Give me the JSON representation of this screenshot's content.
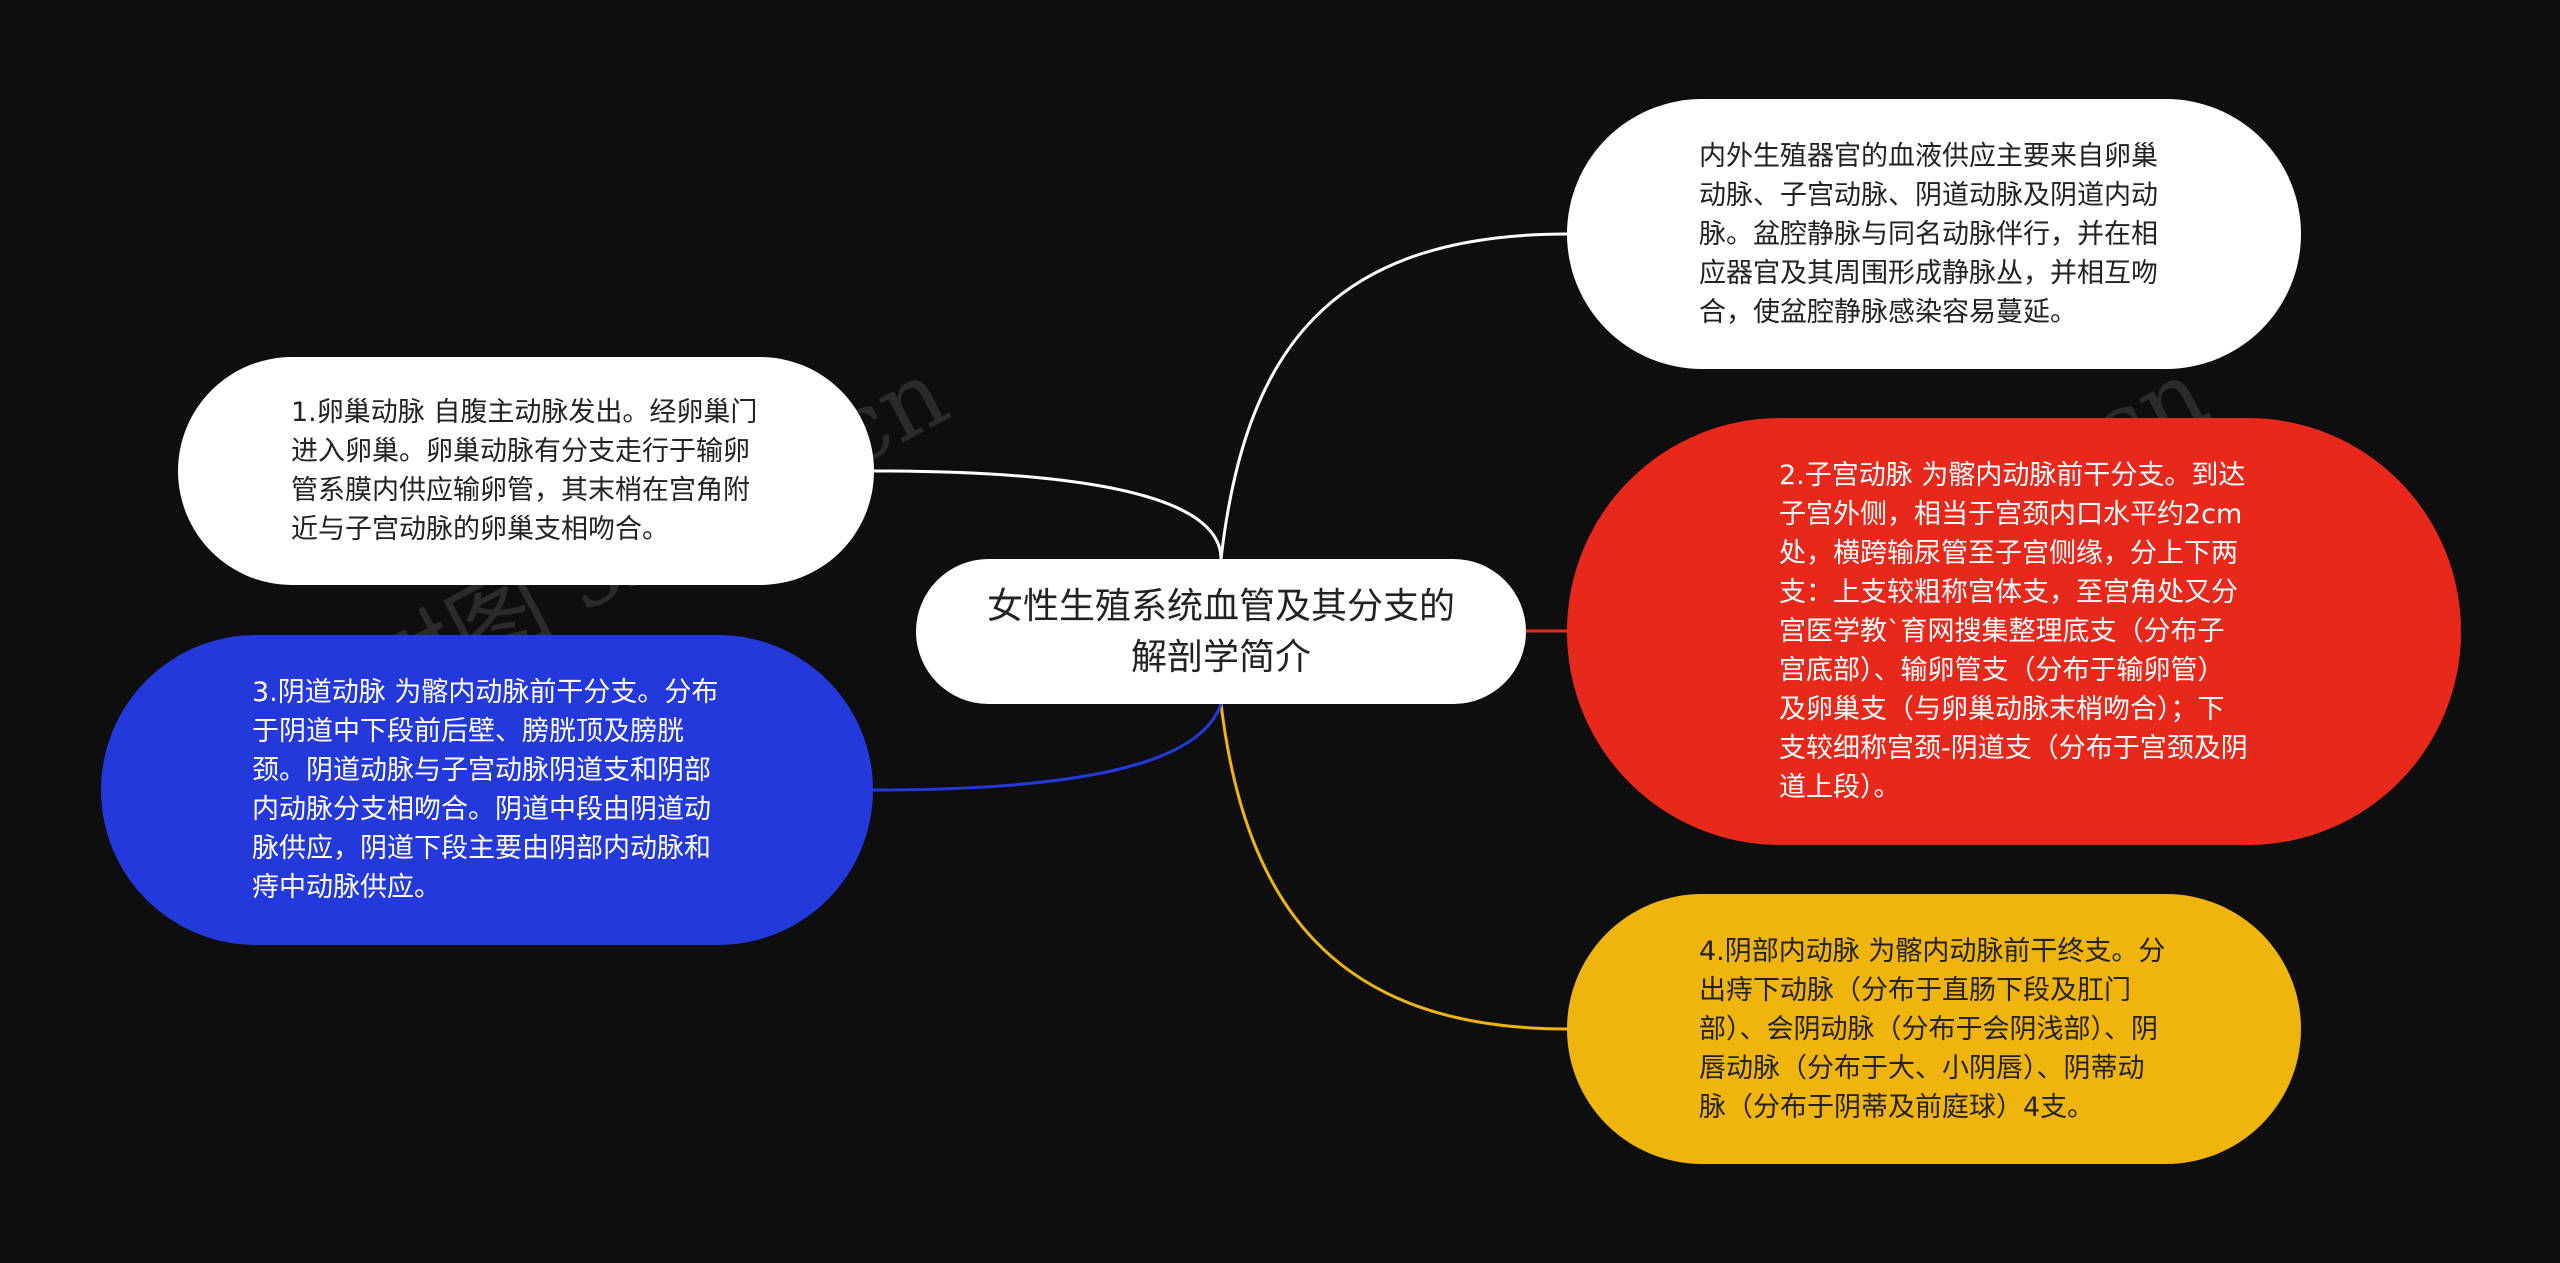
{
  "center": {
    "title": "女性生殖系统血管及其分支的解剖学简介"
  },
  "branches": {
    "blood_supply": {
      "text": "内外生殖器官的血液供应主要来自卵巢动脉、子宫动脉、阴道动脉及阴道内动脉。盆腔静脉与同名动脉伴行，并在相应器官及其周围形成静脉丛，并相互吻合，使盆腔静脉感染容易蔓延。",
      "color": "#ffffff",
      "link_color": "#ffffff"
    },
    "uterine": {
      "text": "2.子宫动脉 为髂内动脉前干分支。到达子宫外侧，相当于宫颈内口水平约2cm处，横跨输尿管至子宫侧缘，分上下两支：上支较粗称宫体支，至宫角处又分宫医学教`育网搜集整理底支（分布子宫底部）、输卵管支（分布于输卵管）及卵巢支（与卵巢动脉末梢吻合）；下支较细称宫颈-阴道支（分布于宫颈及阴道上段）。",
      "color": "#e8281b",
      "link_color": "#e8281b"
    },
    "pudendal": {
      "text": "4.阴部内动脉 为髂内动脉前干终支。分出痔下动脉（分布于直肠下段及肛门部）、会阴动脉（分布于会阴浅部）、阴唇动脉（分布于大、小阴唇）、阴蒂动脉（分布于阴蒂及前庭球）4支。",
      "color": "#f0b50c",
      "link_color": "#f0b50c"
    },
    "ovarian": {
      "text": "1.卵巢动脉 自腹主动脉发出。经卵巢门进入卵巢。卵巢动脉有分支走行于输卵管系膜内供应输卵管，其末梢在宫角附近与子宫动脉的卵巢支相吻合。",
      "color": "#ffffff",
      "link_color": "#ffffff"
    },
    "vaginal": {
      "text": "3.阴道动脉 为髂内动脉前干分支。分布于阴道中下段前后壁、膀胱顶及膀胱颈。阴道动脉与子宫动脉阴道支和阴部内动脉分支相吻合。阴道中段由阴道动脉供应，阴道下段主要由阴部内动脉和痔中动脉供应。",
      "color": "#2439dc",
      "link_color": "#2439dc"
    }
  },
  "watermark": {
    "text": "树图 shutu.cn"
  }
}
